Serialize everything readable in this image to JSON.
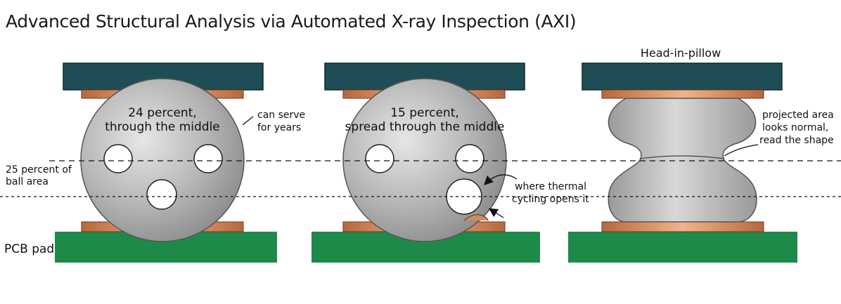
{
  "title": "Advanced Structural Analysis via Automated X-ray Inspection (AXI)",
  "left_labels": {
    "threshold_line1": "25 percent of",
    "threshold_line2": "ball area",
    "pcb_pad": "PCB pad"
  },
  "panels": [
    {
      "heading": "",
      "ball_text_line1": "24 percent,",
      "ball_text_line2": "through the middle",
      "note_line1": "can serve",
      "note_line2": "for years"
    },
    {
      "heading": "",
      "ball_text_line1": "15 percent,",
      "ball_text_line2": "spread through the middle",
      "note_line1": "where thermal",
      "note_line2": "cycling opens it"
    },
    {
      "heading": "Head-in-pillow",
      "note_line1": "projected area",
      "note_line2": "looks normal,",
      "note_line3": "read the shape"
    }
  ],
  "colors": {
    "component_body": "#1f4d55",
    "copper_pad": "#c97a4e",
    "pcb": "#1e8a4a",
    "solder_ball": "#a9a9a9",
    "void": "#ffffff"
  }
}
